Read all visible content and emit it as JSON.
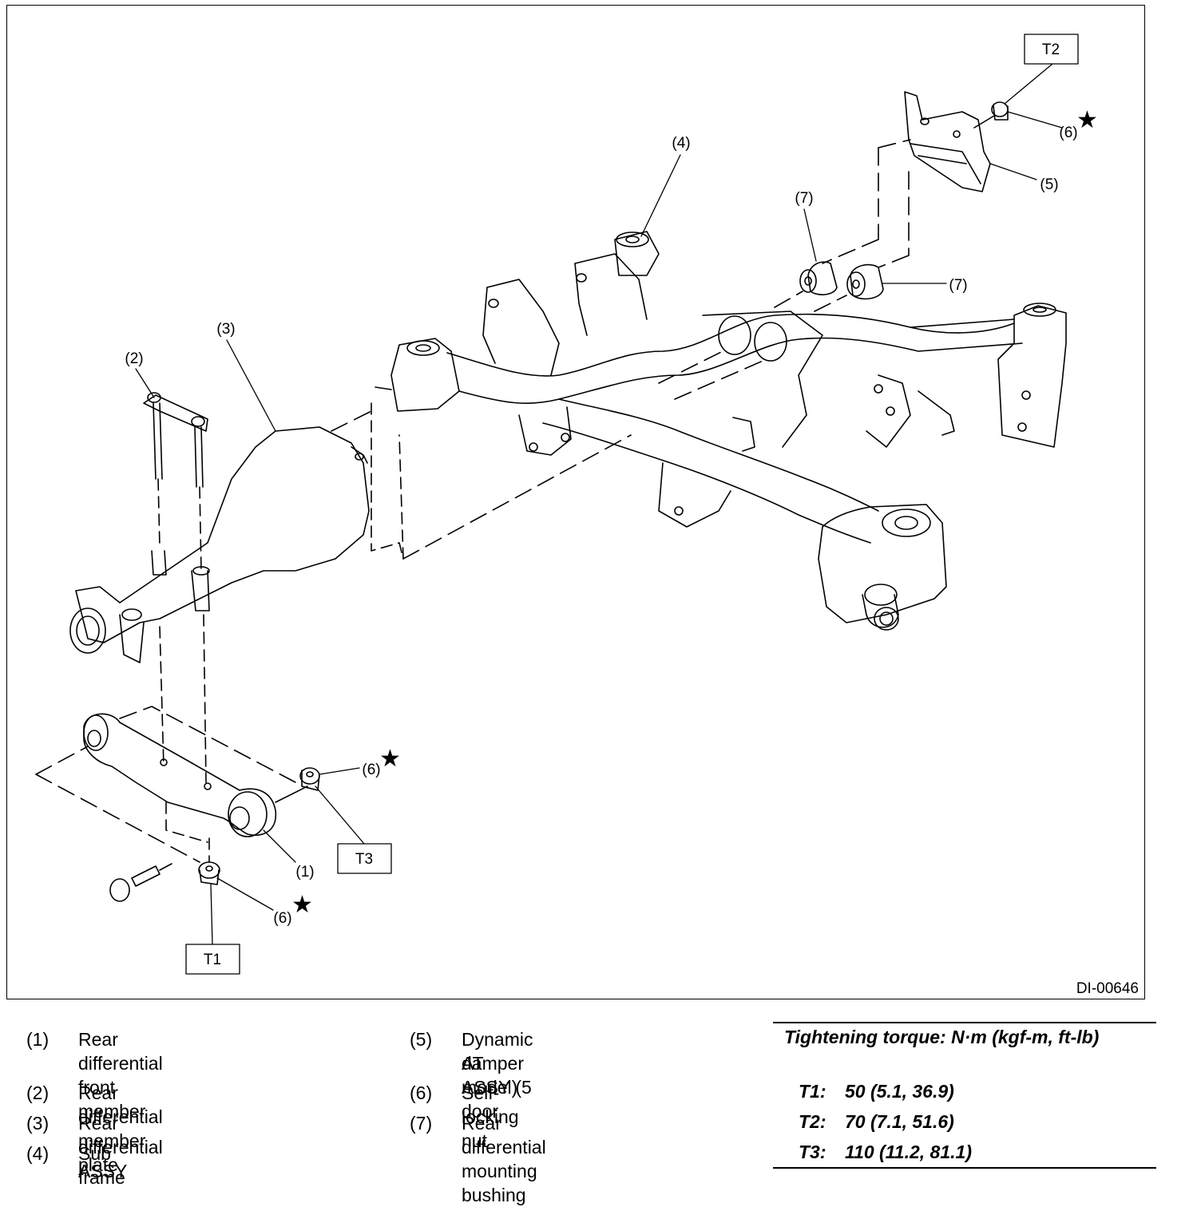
{
  "figure_code": "DI-00646",
  "callouts": [
    {
      "id": "c1",
      "label": "(1)"
    },
    {
      "id": "c2",
      "label": "(2)"
    },
    {
      "id": "c3",
      "label": "(3)"
    },
    {
      "id": "c4",
      "label": "(4)"
    },
    {
      "id": "c5",
      "label": "(5)"
    },
    {
      "id": "c6a",
      "label": "(6)"
    },
    {
      "id": "c6b",
      "label": "(6)"
    },
    {
      "id": "c6c",
      "label": "(6)"
    },
    {
      "id": "c7a",
      "label": "(7)"
    },
    {
      "id": "c7b",
      "label": "(7)"
    }
  ],
  "torque_boxes": [
    "T1",
    "T2",
    "T3"
  ],
  "legend": [
    {
      "num": "(1)",
      "text": "Rear differential front member"
    },
    {
      "num": "(2)",
      "text": "Rear differential member plate"
    },
    {
      "num": "(3)",
      "text": "Rear differential ASSY"
    },
    {
      "num": "(4)",
      "text": "Sub frame"
    },
    {
      "num": "(5)",
      "text": "Dynamic damper ASSY (5 door",
      "text2": "AT model)"
    },
    {
      "num": "(6)",
      "text": "Self-locking nut"
    },
    {
      "num": "(7)",
      "text": "Rear differential mounting bushing"
    }
  ],
  "torque": {
    "header": "Tightening torque: N·m (kgf-m, ft-lb)",
    "items": [
      {
        "code": "T1:",
        "value": "50 (5.1, 36.9)"
      },
      {
        "code": "T2:",
        "value": "70 (7.1, 51.6)"
      },
      {
        "code": "T3:",
        "value": "110 (11.2, 81.1)"
      }
    ]
  }
}
